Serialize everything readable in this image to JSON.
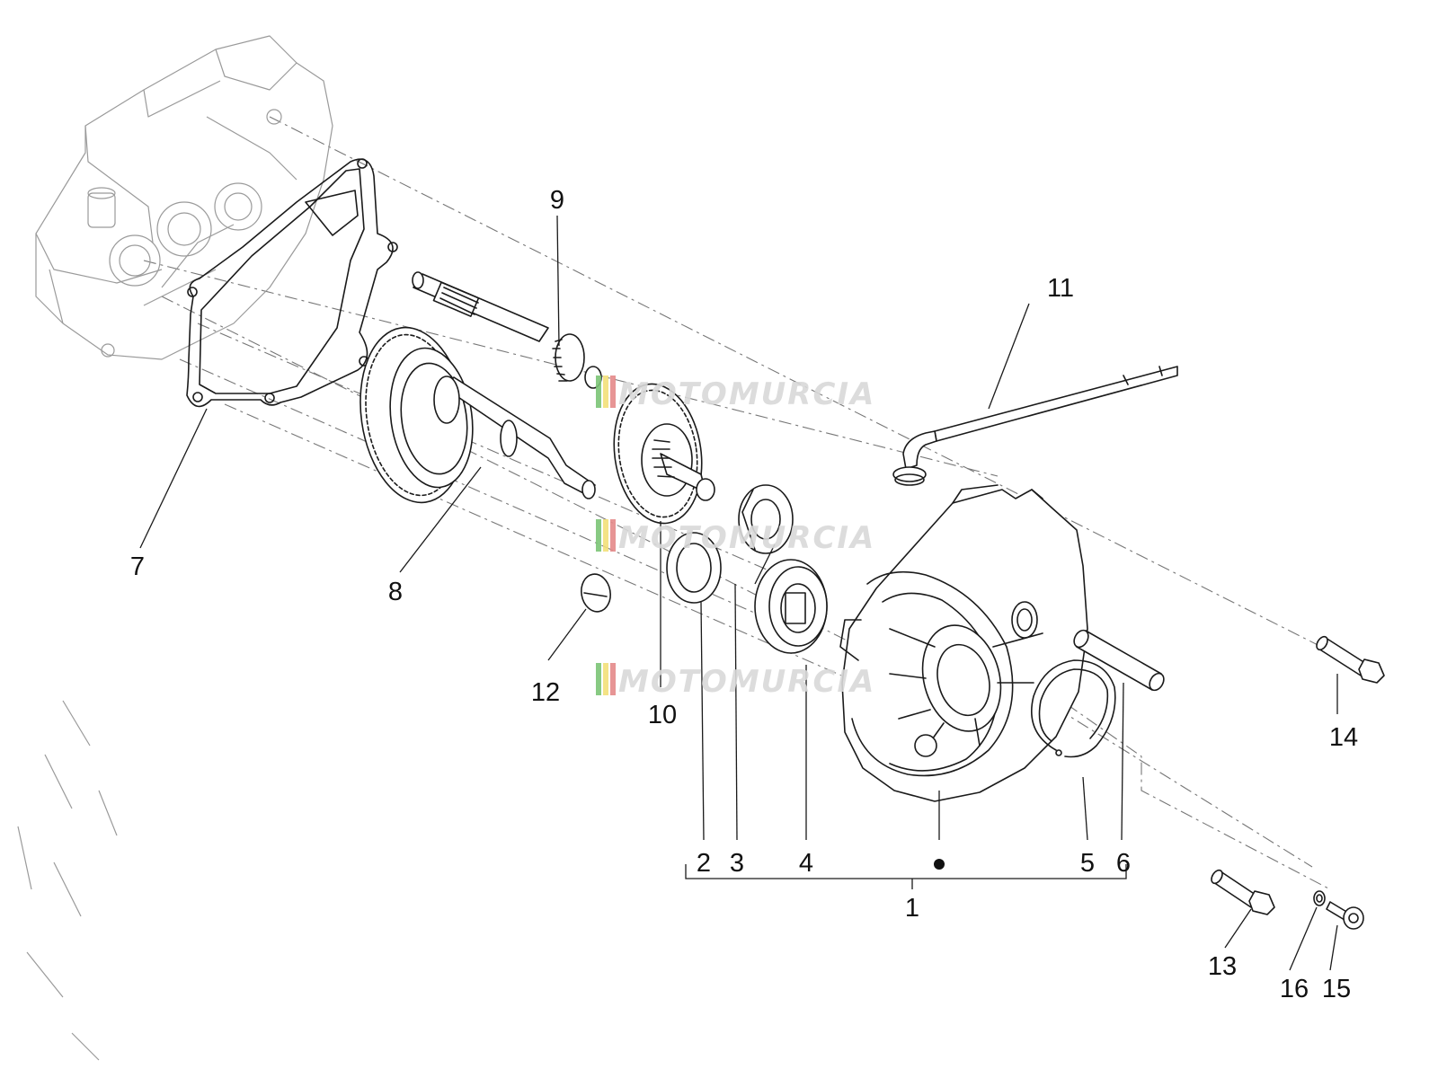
{
  "diagram": {
    "callouts": [
      {
        "id": "1",
        "label": "1"
      },
      {
        "id": "2",
        "label": "2"
      },
      {
        "id": "3",
        "label": "3"
      },
      {
        "id": "4",
        "label": "4"
      },
      {
        "id": "5",
        "label": "5"
      },
      {
        "id": "6",
        "label": "6"
      },
      {
        "id": "7",
        "label": "7"
      },
      {
        "id": "8",
        "label": "8"
      },
      {
        "id": "9",
        "label": "9"
      },
      {
        "id": "10",
        "label": "10"
      },
      {
        "id": "11",
        "label": "11"
      },
      {
        "id": "12",
        "label": "12"
      },
      {
        "id": "13",
        "label": "13"
      },
      {
        "id": "14",
        "label": "14"
      },
      {
        "id": "15",
        "label": "15"
      },
      {
        "id": "16",
        "label": "16"
      }
    ],
    "watermark": "MOTOMURCIA",
    "colors": {
      "line": "#1a1a1a",
      "faint": "#9a9a9a",
      "watermark": "#d9d9d9",
      "wm_green": "#7cc576",
      "wm_yellow": "#f3e07a",
      "wm_red": "#e58a8a"
    }
  }
}
